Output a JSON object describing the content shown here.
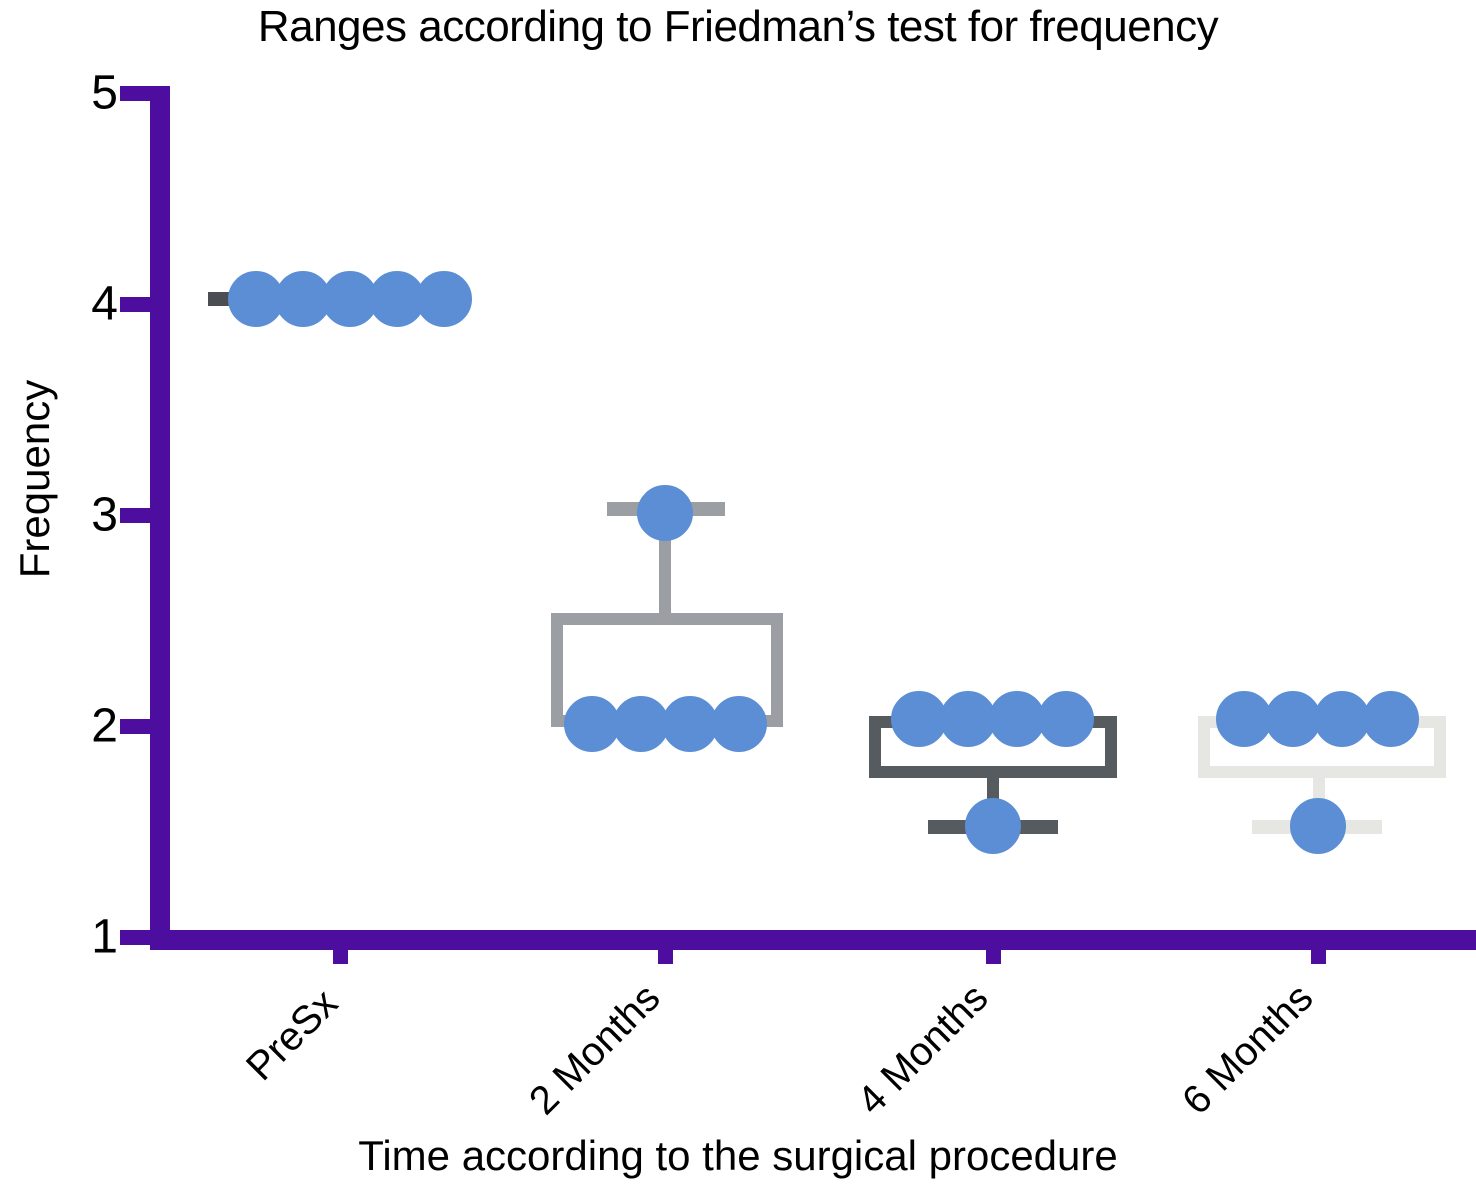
{
  "chart_data": {
    "type": "box",
    "title": "Ranges according to Friedman’s test for frequency",
    "xlabel": "Time according to the surgical procedure",
    "ylabel": "Frequency",
    "categories": [
      "PreSx",
      "2 Months",
      "4 Months",
      "6 Months"
    ],
    "ylim": [
      1,
      5
    ],
    "ytick_labels": [
      "1",
      "2",
      "3",
      "4",
      "5"
    ],
    "grid": false,
    "legend": "none",
    "boxes": [
      {
        "category": "PreSx",
        "min": 4.0,
        "q1": 4.0,
        "median": 4.0,
        "q3": 4.0,
        "max": 4.0,
        "box_color": "#4a4d52",
        "points": [
          4.0,
          4.0,
          4.0,
          4.0,
          4.0
        ]
      },
      {
        "category": "2 Months",
        "min": 2.0,
        "q1": 2.0,
        "median": 2.0,
        "q3": 2.5,
        "max": 3.0,
        "box_color": "#9b9ea3",
        "points": [
          2.0,
          2.0,
          2.0,
          2.0,
          3.0
        ]
      },
      {
        "category": "4 Months",
        "min": 1.5,
        "q1": 1.75,
        "median": 1.75,
        "q3": 2.0,
        "max": 2.0,
        "box_color": "#565b60",
        "points": [
          2.0,
          2.0,
          2.0,
          2.0,
          1.5
        ]
      },
      {
        "category": "6 Months",
        "min": 1.5,
        "q1": 1.75,
        "median": 1.75,
        "q3": 2.0,
        "max": 2.0,
        "box_color": "#e6e6e3",
        "points": [
          2.0,
          2.0,
          2.0,
          2.0,
          1.5
        ]
      }
    ],
    "colors": {
      "axis": "#4d0d9e",
      "point": "#5b8ed4",
      "text": "#000000",
      "background": "#ffffff"
    }
  },
  "axes": {
    "y_ticks": [
      "1",
      "2",
      "3",
      "4",
      "5"
    ],
    "x_ticks": [
      "PreSx",
      "2 Months",
      "4 Months",
      "6 Months"
    ]
  }
}
